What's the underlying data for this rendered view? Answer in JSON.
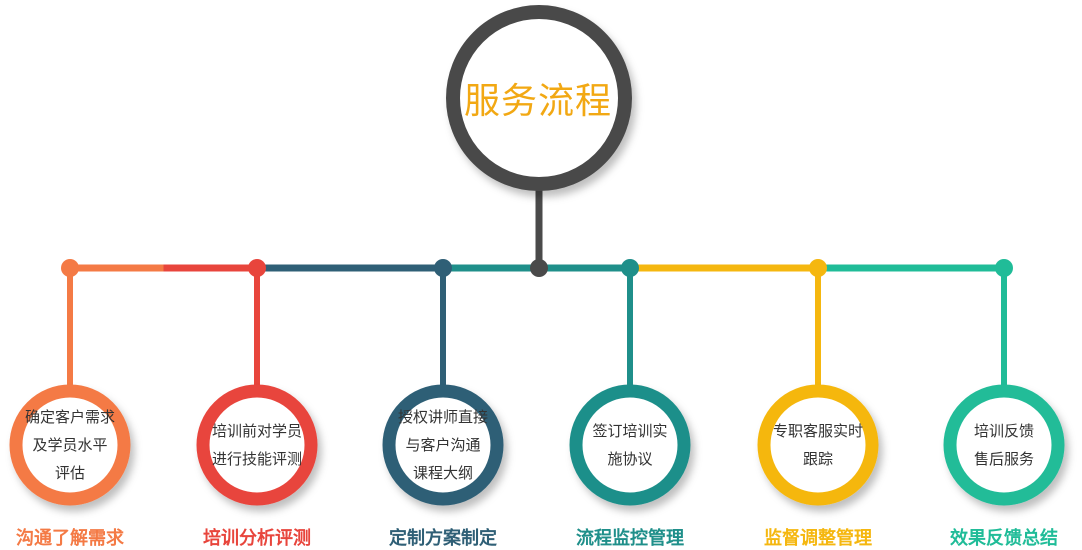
{
  "title": {
    "text": "服务流程",
    "color": "#F2A813",
    "ring_color": "#4A4A4A"
  },
  "steps": [
    {
      "circle_text": "确定客户需求\n及学员水平\n评估",
      "label": "沟通了解需求",
      "color": "#F47A45"
    },
    {
      "circle_text": "培训前对学员\n进行技能评测",
      "label": "培训分析评测",
      "color": "#E8453C"
    },
    {
      "circle_text": "授权讲师直接\n与客户沟通\n课程大纲",
      "label": "定制方案制定",
      "color": "#2F5F76"
    },
    {
      "circle_text": "签订培训实\n施协议",
      "label": "流程监控管理",
      "color": "#1F8F8A"
    },
    {
      "circle_text": "专职客服实时\n跟踪",
      "label": "监督调整管理",
      "color": "#F5B70F"
    },
    {
      "circle_text": "培训反馈\n售后服务",
      "label": "效果反馈总结",
      "color": "#20BC98"
    }
  ]
}
